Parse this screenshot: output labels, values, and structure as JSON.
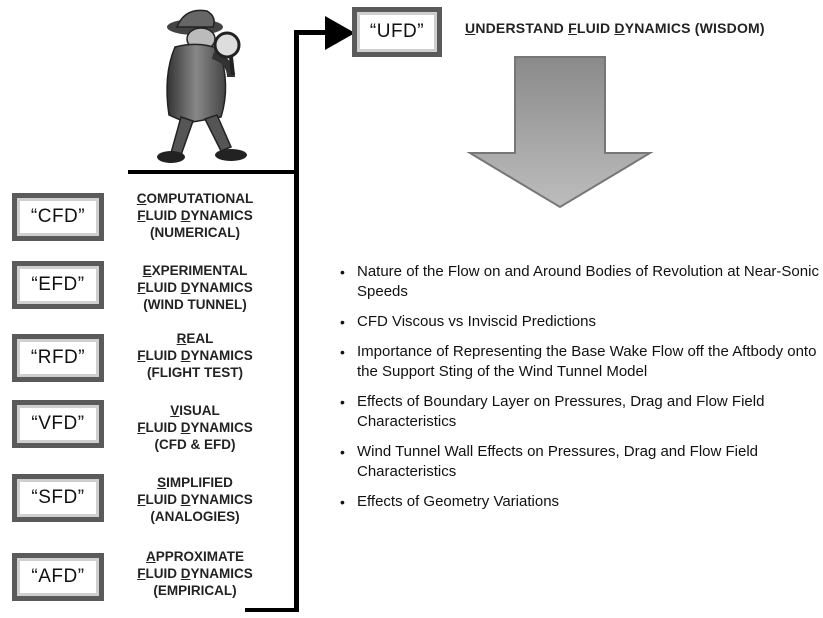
{
  "top": {
    "code": "“UFD”",
    "title_parts": [
      "U",
      "NDERSTAND ",
      "F",
      "LUID ",
      "D",
      "YNAMICS  (WISDOM)"
    ]
  },
  "fd_items": [
    {
      "code": "“CFD”",
      "line1_initial": "C",
      "line1_rest": "OMPUTATIONAL",
      "line2_f": "F",
      "line2_mid": "LUID ",
      "line2_d": "D",
      "line2_rest": "YNAMICS",
      "line3": "(NUMERICAL)"
    },
    {
      "code": "“EFD”",
      "line1_initial": "E",
      "line1_rest": "XPERIMENTAL",
      "line2_f": "F",
      "line2_mid": "LUID ",
      "line2_d": "D",
      "line2_rest": "YNAMICS",
      "line3": "(WIND TUNNEL)"
    },
    {
      "code": "“RFD”",
      "line1_initial": "R",
      "line1_rest": "EAL",
      "line2_f": "F",
      "line2_mid": "LUID ",
      "line2_d": "D",
      "line2_rest": "YNAMICS",
      "line3": "(FLIGHT TEST)"
    },
    {
      "code": "“VFD”",
      "line1_initial": "V",
      "line1_rest": "ISUAL",
      "line2_f": "F",
      "line2_mid": "LUID ",
      "line2_d": "D",
      "line2_rest": "YNAMICS",
      "line3": "(CFD & EFD)"
    },
    {
      "code": "“SFD”",
      "line1_initial": "S",
      "line1_rest": "IMPLIFIED",
      "line2_f": "F",
      "line2_mid": "LUID ",
      "line2_d": "D",
      "line2_rest": "YNAMICS",
      "line3": "(ANALOGIES)"
    },
    {
      "code": "“AFD”",
      "line1_initial": "A",
      "line1_rest": "PPROXIMATE",
      "line2_f": "F",
      "line2_mid": "LUID ",
      "line2_d": "D",
      "line2_rest": "YNAMICS",
      "line3": "(EMPIRICAL)"
    }
  ],
  "bullets": [
    "Nature of the Flow on and Around Bodies of Revolution at Near-Sonic Speeds",
    "CFD Viscous vs Inviscid Predictions",
    "Importance of Representing the Base Wake Flow  off the Aftbody onto the Support Sting of the Wind Tunnel Model",
    "Effects of Boundary Layer on Pressures, Drag and Flow Field Characteristics",
    "Wind Tunnel Wall Effects on  Pressures, Drag and Flow Field Characteristics",
    "Effects of Geometry Variations"
  ],
  "icons": {
    "detective": "detective-with-magnifying-glass-icon",
    "down_arrow": "big-down-arrow-icon"
  }
}
